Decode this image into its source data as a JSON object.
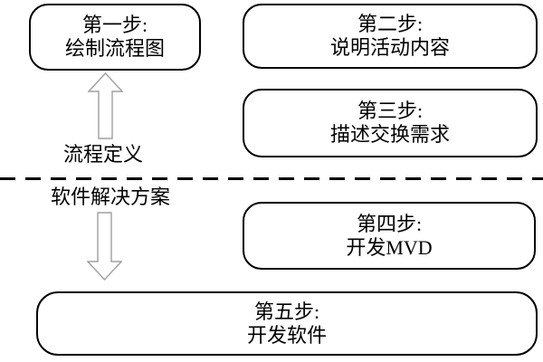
{
  "diagram": {
    "boxes": [
      {
        "line1": "第一步:",
        "line2": "绘制流程图"
      },
      {
        "line1": "第二步:",
        "line2": "说明活动内容"
      },
      {
        "line1": "第三步:",
        "line2": "描述交换需求"
      },
      {
        "line1": "第四步:",
        "line2": "开发MVD"
      },
      {
        "line1": "第五步:",
        "line2": "开发软件"
      }
    ],
    "labels": {
      "above_divider": "流程定义",
      "below_divider": "软件解决方案"
    },
    "icons": {
      "up_arrow": "up-block-arrow",
      "down_arrow": "down-block-arrow"
    },
    "colors": {
      "background": "#ffffff",
      "box_border": "#000000",
      "text": "#000000",
      "divider": "#000000",
      "arrow_outline": "#a0a0a0",
      "arrow_fill": "#ffffff"
    }
  }
}
